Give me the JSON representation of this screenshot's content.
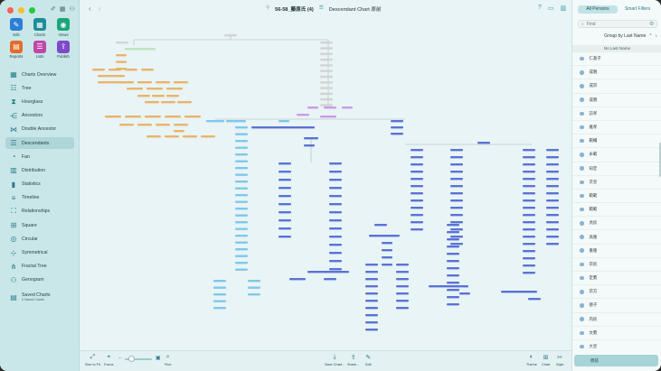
{
  "sidebar": {
    "top_tiles": [
      {
        "label": "Edit",
        "icon": "pencil-icon",
        "color": "#2d7fd6",
        "glyph": "✎"
      },
      {
        "label": "Charts",
        "icon": "charts-icon",
        "color": "#1f8c99",
        "glyph": "▦"
      },
      {
        "label": "Views",
        "icon": "eye-icon",
        "color": "#1ba57a",
        "glyph": "◉"
      },
      {
        "label": "Reports",
        "icon": "reports-icon",
        "color": "#e36c2a",
        "glyph": "▤"
      },
      {
        "label": "Lists",
        "icon": "lists-icon",
        "color": "#c047a8",
        "glyph": "☰"
      },
      {
        "label": "Publish",
        "icon": "publish-icon",
        "color": "#7d4bc9",
        "glyph": "⇪"
      }
    ],
    "nav": [
      {
        "label": "Charts Overview",
        "icon": "charts-overview-icon",
        "glyph": "▦"
      },
      {
        "label": "Tree",
        "icon": "tree-icon",
        "glyph": "☷"
      },
      {
        "label": "Hourglass",
        "icon": "hourglass-icon",
        "glyph": "⧗"
      },
      {
        "label": "Ancestors",
        "icon": "ancestors-icon",
        "glyph": "⋲"
      },
      {
        "label": "Double Ancestor",
        "icon": "double-ancestor-icon",
        "glyph": "⋈"
      },
      {
        "label": "Descendants",
        "icon": "descendants-icon",
        "glyph": "☰"
      },
      {
        "label": "Fan",
        "icon": "fan-icon",
        "glyph": "◔"
      },
      {
        "label": "Distribution",
        "icon": "distribution-icon",
        "glyph": "▥"
      },
      {
        "label": "Statistics",
        "icon": "statistics-icon",
        "glyph": "▮"
      },
      {
        "label": "Timeline",
        "icon": "timeline-icon",
        "glyph": "≡"
      },
      {
        "label": "Relationships",
        "icon": "relationships-icon",
        "glyph": "⛶"
      },
      {
        "label": "Square",
        "icon": "square-icon",
        "glyph": "⊞"
      },
      {
        "label": "Circular",
        "icon": "circular-icon",
        "glyph": "◎"
      },
      {
        "label": "Symmetrical",
        "icon": "symmetrical-icon",
        "glyph": "⊹"
      },
      {
        "label": "Fractal Tree",
        "icon": "fractal-tree-icon",
        "glyph": "⋔"
      },
      {
        "label": "Genogram",
        "icon": "genogram-icon",
        "glyph": "⚇"
      }
    ],
    "selected_nav": "Descendants",
    "saved": {
      "label": "Saved Charts",
      "sub": "0 Saved Charts"
    }
  },
  "toolbar": {
    "person_title": "56-58_藤原氏 (4)",
    "chart_title": "Descendant Chart 原前"
  },
  "bottombar": {
    "left": [
      {
        "label": "Size to Fit",
        "icon": "size-to-fit-icon",
        "glyph": "⤢"
      },
      {
        "label": "Focus",
        "icon": "focus-icon",
        "glyph": "⌖"
      },
      {
        "label": "Find",
        "icon": "find-icon",
        "glyph": "⌕"
      }
    ],
    "middle": [
      {
        "label": "Save Chart...",
        "icon": "save-chart-icon",
        "glyph": "⤓"
      },
      {
        "label": "Share...",
        "icon": "share-icon",
        "glyph": "⇪"
      },
      {
        "label": "Edit",
        "icon": "edit-icon",
        "glyph": "✎"
      }
    ],
    "right": [
      {
        "label": "Theme",
        "icon": "theme-icon",
        "glyph": "◐"
      },
      {
        "label": "Chart",
        "icon": "chart-icon",
        "glyph": "⊞"
      },
      {
        "label": "Style",
        "icon": "style-icon",
        "glyph": "✂"
      }
    ]
  },
  "right_panel": {
    "tabs": [
      "All Persons",
      "Smart Filters"
    ],
    "active_tab": "All Persons",
    "search_placeholder": "Find",
    "group_by": "Group by Last Name",
    "section_header": "No Last Name",
    "persons": [
      "仁基子",
      "成親",
      "成宗",
      "成親",
      "訪孝",
      "雅孝",
      "範輔",
      "永範",
      "知定",
      "京宣",
      "範範",
      "範範",
      "貞房",
      "高隆",
      "重隆",
      "宗房",
      "定鷹",
      "宗方",
      "徳子",
      "内房",
      "文鷹",
      "大宣"
    ],
    "selected_person": "原前"
  },
  "colors": {
    "accent": "#3a9aa5",
    "sidebar_bg": "#c9e7e9",
    "canvas_bg": "#e8f4f5",
    "box_orange": "#e9b46a",
    "box_green": "#b9e3c0",
    "box_cyan": "#7fc7ea",
    "box_blue": "#5a72d6",
    "box_purple": "#c99be6",
    "box_gray": "#d3d3d3",
    "line": "#a8b6b8"
  }
}
